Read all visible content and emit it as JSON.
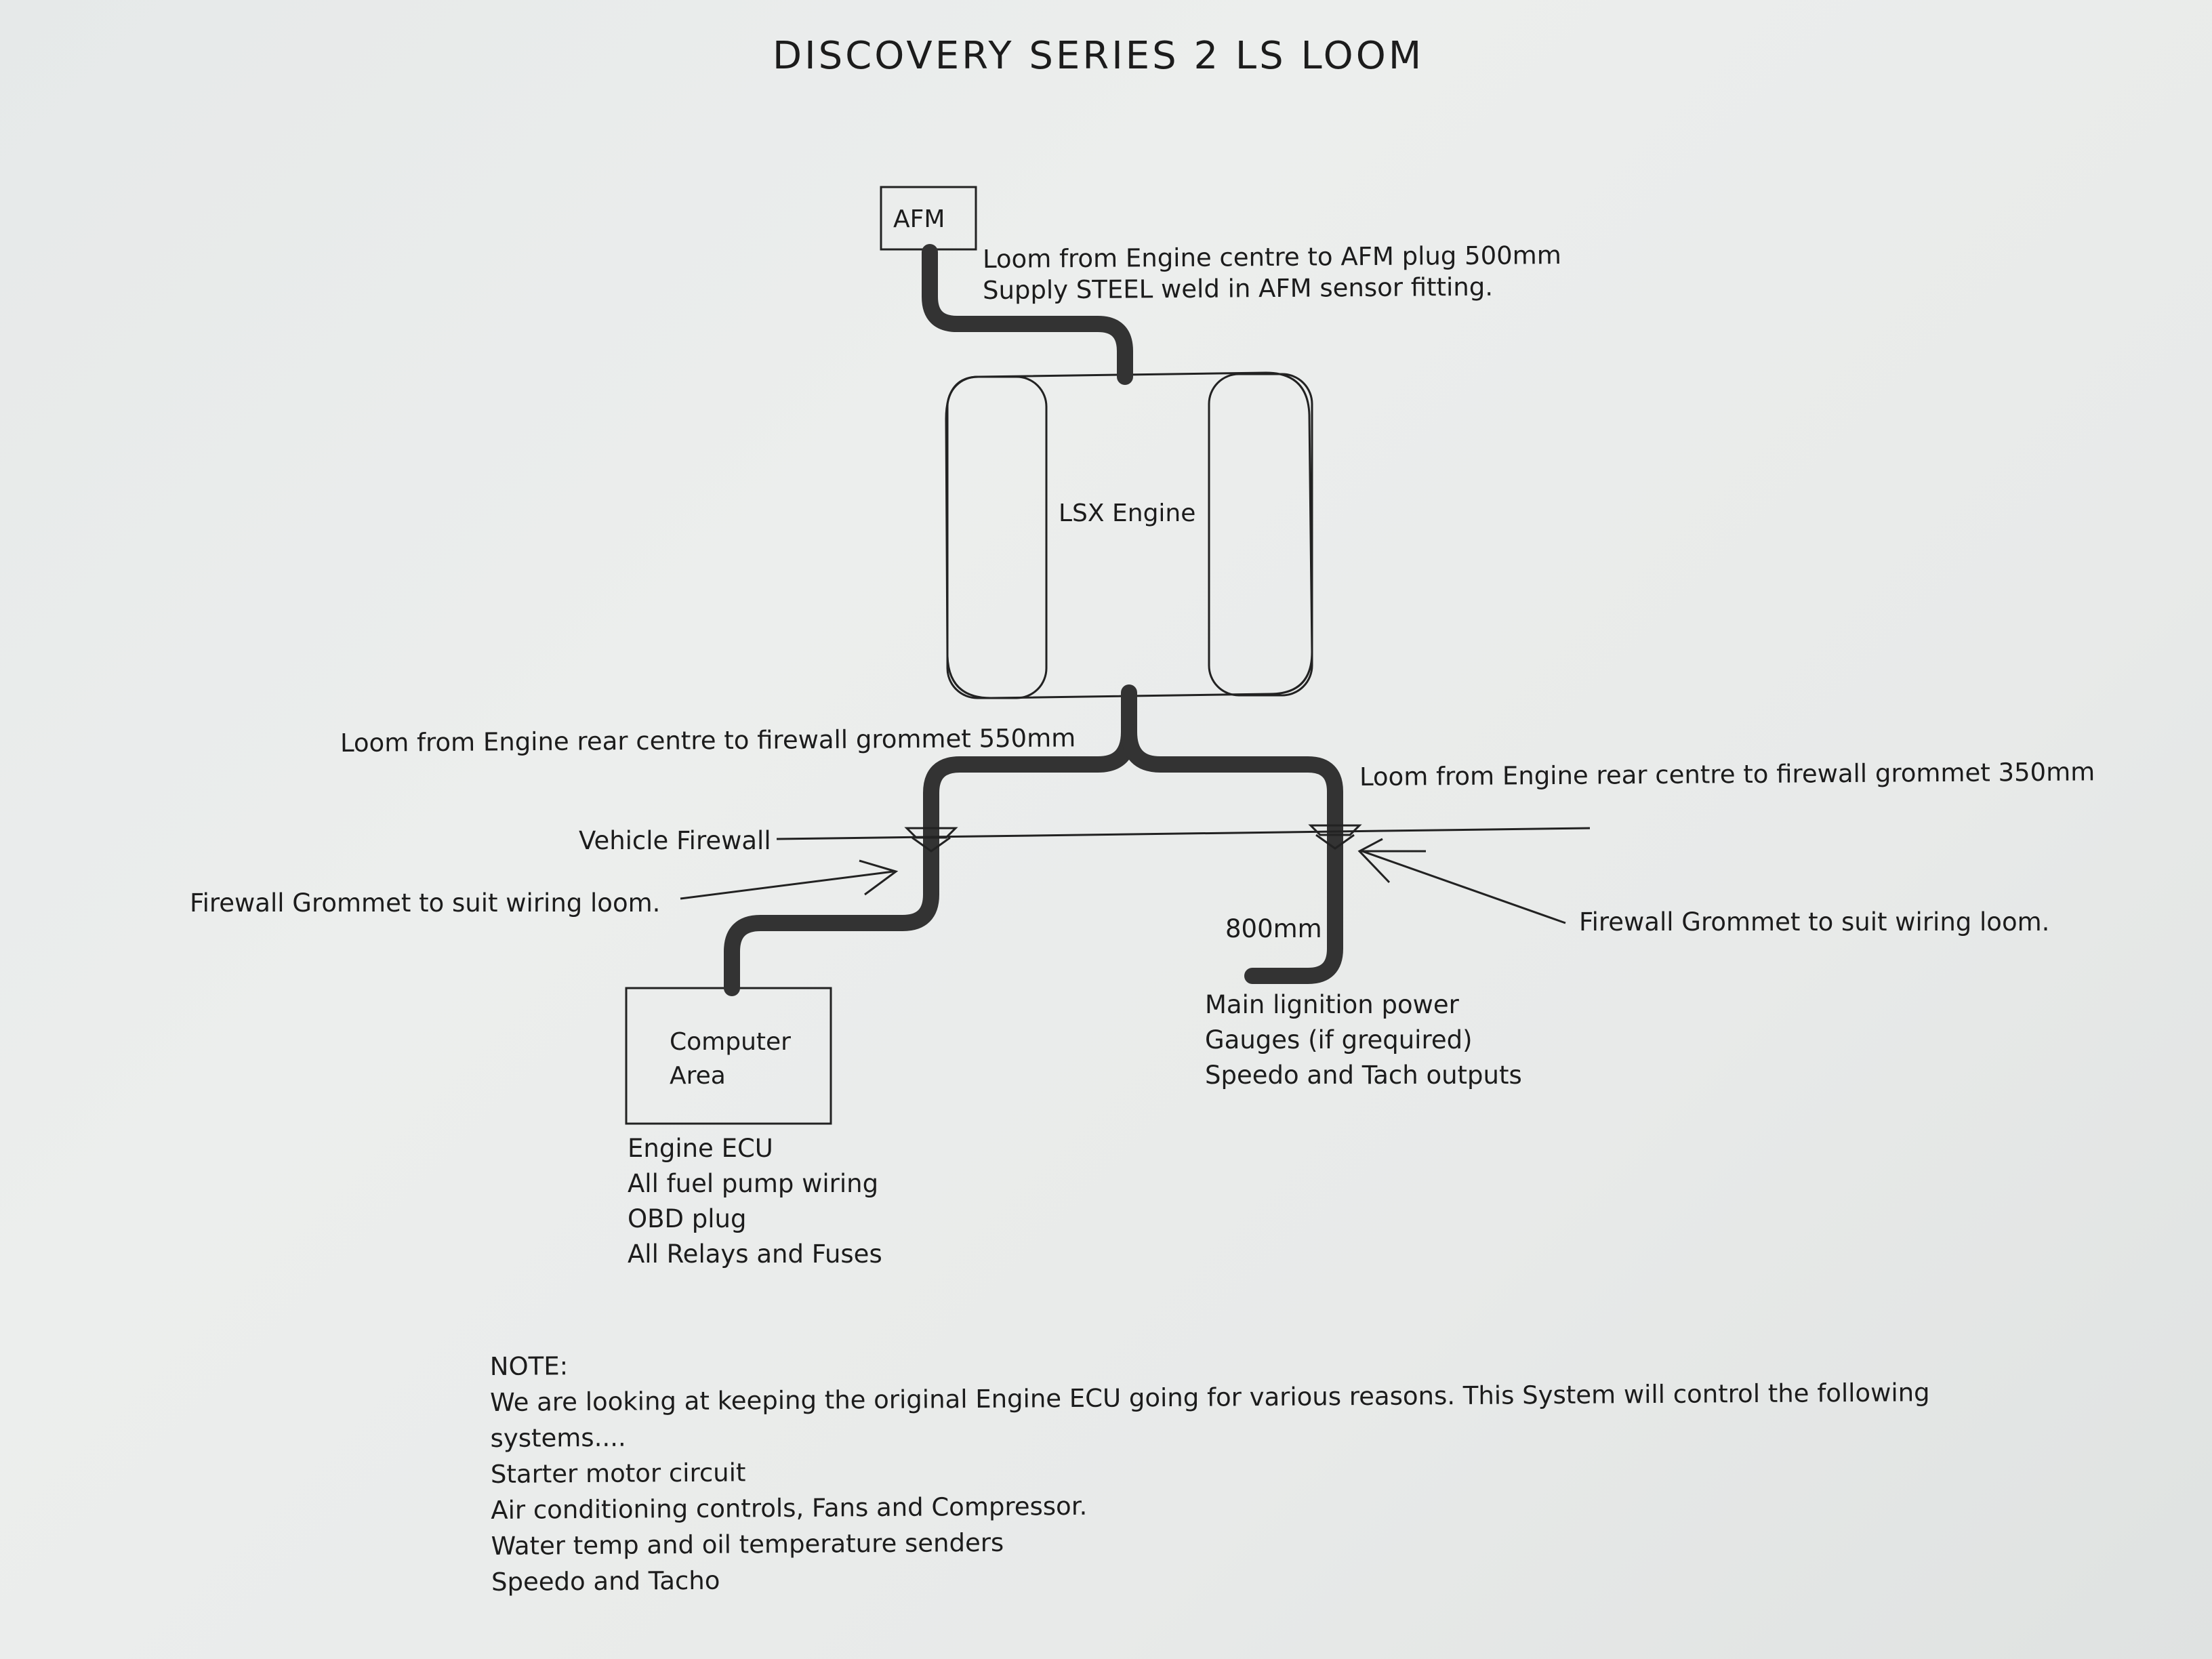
{
  "title": "DISCOVERY SERIES 2 LS LOOM",
  "boxes": {
    "afm": "AFM",
    "engine": "LSX Engine",
    "computer_line1": "Computer",
    "computer_line2": "Area"
  },
  "annotations": {
    "afm_loom_line1": "Loom from Engine centre to AFM plug 500mm",
    "afm_loom_line2": "Supply STEEL weld in AFM sensor fitting.",
    "left_loom": "Loom from Engine rear centre to firewall grommet 550mm",
    "right_loom": "Loom from Engine rear centre to firewall grommet 350mm",
    "firewall": "Vehicle Firewall",
    "left_grommet": "Firewall Grommet to suit wiring loom.",
    "right_grommet": "Firewall Grommet to suit wiring loom.",
    "length_800": "800mm"
  },
  "right_branch_items": [
    "Main lignition power",
    "Gauges (if grequired)",
    "Speedo and Tach outputs"
  ],
  "computer_items": [
    "Engine ECU",
    "All fuel pump wiring",
    "OBD plug",
    "All Relays and Fuses"
  ],
  "note": {
    "heading": "NOTE:",
    "lines": [
      "We are looking at keeping the original Engine ECU going for various reasons. This System will control the following",
      "systems....",
      "Starter motor circuit",
      "Air conditioning controls, Fans and Compressor.",
      "Water temp and oil temperature senders",
      "Speedo and Tacho"
    ]
  }
}
